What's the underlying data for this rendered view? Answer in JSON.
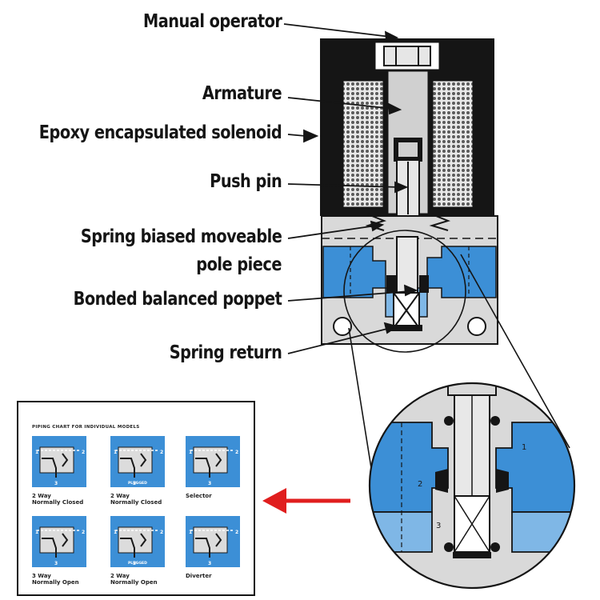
{
  "labels": {
    "manual_operator": "Manual operator",
    "armature": "Armature",
    "epoxy_solenoid": "Epoxy encapsulated solenoid",
    "push_pin": "Push pin",
    "spring_pole_line1": "Spring biased moveable",
    "spring_pole_line2": "pole piece",
    "bonded_poppet": "Bonded balanced poppet",
    "spring_return": "Spring return"
  },
  "piping_chart": {
    "title": "PIPING CHART FOR INDIVIDUAL MODELS",
    "cells": [
      {
        "caption": "2 Way\nNormally Closed",
        "plugged": ""
      },
      {
        "caption": "2 Way\nNormally Closed",
        "plugged": "PLUGGED"
      },
      {
        "caption": "Selector",
        "plugged": ""
      },
      {
        "caption": "3 Way\nNormally Open",
        "plugged": ""
      },
      {
        "caption": "2 Way\nNormally Open",
        "plugged": "PLUGGED"
      },
      {
        "caption": "Diverter",
        "plugged": ""
      }
    ],
    "port_labels": [
      "1",
      "2",
      "3"
    ]
  },
  "zoom_ports": [
    "1",
    "2",
    "3"
  ],
  "colors": {
    "valve_blue": "#3c8fd6",
    "light_blue": "#7fb7e6",
    "body_gray": "#d9d9d9",
    "solenoid_black": "#151515",
    "arrow_red": "#e01e1e"
  }
}
